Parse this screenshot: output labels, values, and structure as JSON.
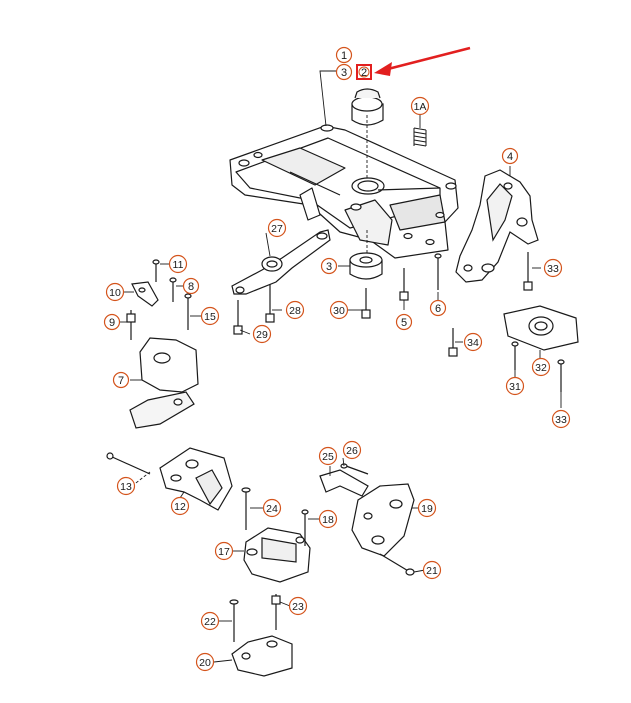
{
  "diagram": {
    "callout_color": "#d4541c",
    "arrow_color": "#e21f1f",
    "line_color": "#1a1a1a",
    "callouts": {
      "c1": "1",
      "c3top": "3",
      "c2": "2",
      "c1a": "1A",
      "c4": "4",
      "c27": "27",
      "c3mid": "3",
      "c30": "30",
      "c28": "28",
      "c29": "29",
      "c5": "5",
      "c6": "6",
      "c34": "34",
      "c33a": "33",
      "c31": "31",
      "c32": "32",
      "c33b": "33",
      "c11": "11",
      "c8": "8",
      "c10": "10",
      "c9": "9",
      "c15": "15",
      "c7": "7",
      "c13": "13",
      "c12": "12",
      "c24": "24",
      "c18": "18",
      "c17": "17",
      "c26": "26",
      "c25": "25",
      "c19": "19",
      "c21": "21",
      "c22": "22",
      "c23": "23",
      "c20": "20"
    }
  }
}
